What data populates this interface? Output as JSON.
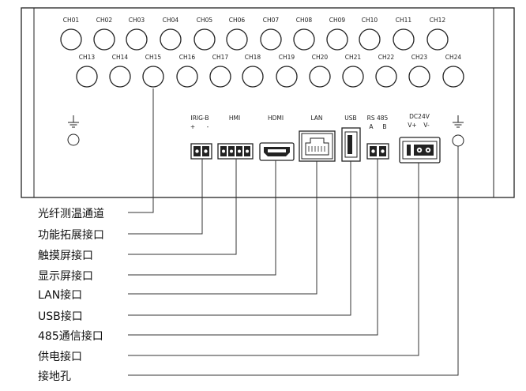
{
  "channels": {
    "row1": [
      "CH01",
      "CH02",
      "CH03",
      "CH04",
      "CH05",
      "CH06",
      "CH07",
      "CH08",
      "CH09",
      "CH10",
      "CH11",
      "CH12"
    ],
    "row2": [
      "CH13",
      "CH14",
      "CH15",
      "CH16",
      "CH17",
      "CH18",
      "CH19",
      "CH20",
      "CH21",
      "CH22",
      "CH23",
      "CH24"
    ]
  },
  "ports": {
    "irig": {
      "label": "IRIG-B",
      "pins": [
        "+",
        "-"
      ]
    },
    "hmi": {
      "label": "HMI"
    },
    "hdmi": {
      "label": "HDMI"
    },
    "lan": {
      "label": "LAN"
    },
    "usb": {
      "label": "USB"
    },
    "rs485": {
      "label": "RS 485",
      "pins": [
        "A",
        "B"
      ]
    },
    "dc": {
      "label": "DC24V",
      "pins": [
        "V+",
        "V-"
      ]
    }
  },
  "callouts": [
    "光纤测温通道",
    "功能拓展接口",
    "触摸屏接口",
    "显示屏接口",
    "LAN接口",
    "USB接口",
    "485通信接口",
    "供电接口",
    "接地孔"
  ],
  "icons": [
    "ground-symbol-icon",
    "mounting-hole-icon",
    "fiber-connector-icon",
    "terminal-block-icon",
    "hdmi-port-icon",
    "rj45-port-icon",
    "usb-port-icon",
    "dc-power-connector-icon"
  ]
}
